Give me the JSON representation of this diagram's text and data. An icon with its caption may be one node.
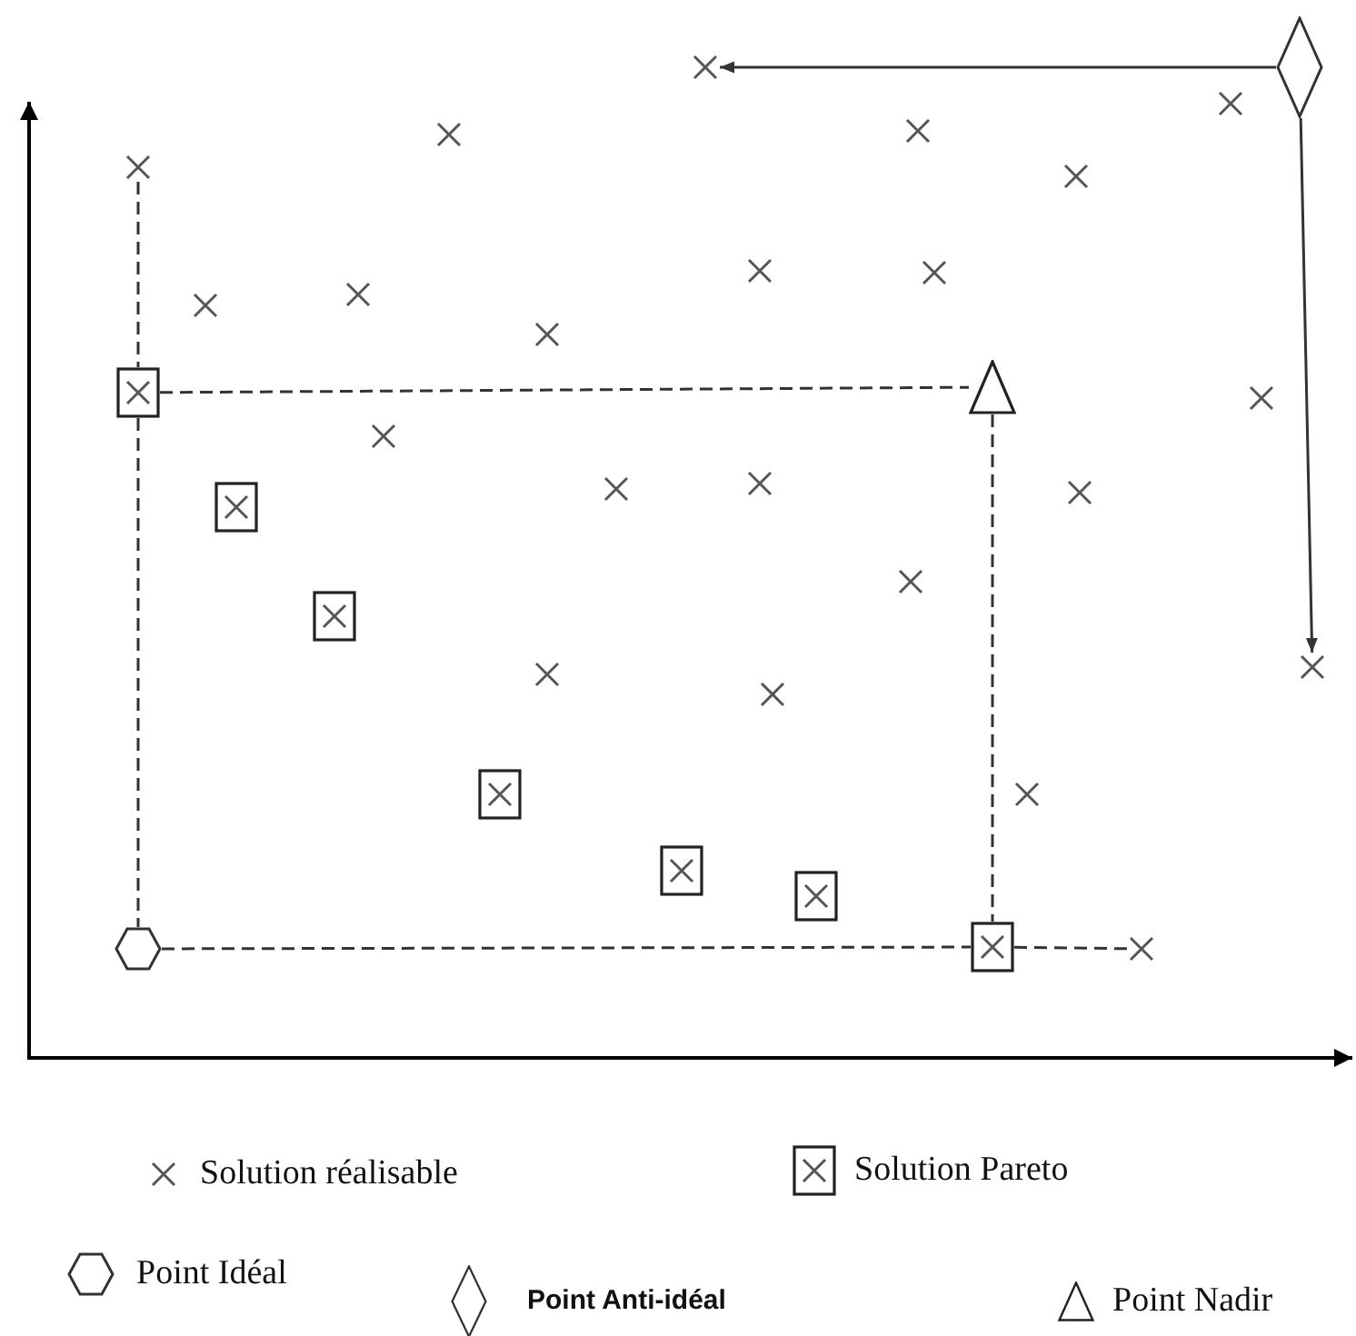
{
  "diagram": {
    "nodes": [
      {
        "text": [],
        "shape": "cross"
      },
      {
        "text": [],
        "shape": "diamond"
      },
      {
        "text": [],
        "shape": "cross"
      },
      {
        "text": [],
        "shape": "cross"
      },
      {
        "text": [],
        "shape": "cross"
      },
      {
        "text": [],
        "shape": "cross"
      },
      {
        "text": [],
        "shape": "cross"
      },
      {
        "text": [],
        "shape": "cross"
      },
      {
        "text": [],
        "shape": "cross"
      },
      {
        "text": [],
        "shape": "cross"
      },
      {
        "text": [],
        "shape": "cross"
      },
      {
        "text": [],
        "shape": "cross"
      },
      {
        "text": [],
        "shape": "box"
      },
      {
        "text": [],
        "shape": "triangle"
      },
      {
        "text": [],
        "shape": "cross"
      },
      {
        "text": [],
        "shape": "cross"
      },
      {
        "text": [],
        "shape": "cross"
      },
      {
        "text": [],
        "shape": "cross"
      },
      {
        "text": [],
        "shape": "cross"
      },
      {
        "text": [],
        "shape": "box"
      },
      {
        "text": [],
        "shape": "cross"
      },
      {
        "text": [],
        "shape": "box"
      },
      {
        "text": [],
        "shape": "cross"
      },
      {
        "text": [],
        "shape": "cross"
      },
      {
        "text": [],
        "shape": "cross"
      },
      {
        "text": [],
        "shape": "box"
      },
      {
        "text": [],
        "shape": "cross"
      },
      {
        "text": [],
        "shape": "box"
      },
      {
        "text": [],
        "shape": "box"
      },
      {
        "text": [],
        "shape": "hexagon"
      },
      {
        "text": [],
        "shape": "box"
      },
      {
        "text": [],
        "shape": "cross"
      }
    ],
    "edges": [
      {
        "from": 1,
        "to": 0,
        "arrow": "to"
      },
      {
        "from": 1,
        "to": 22,
        "arrow": "to"
      },
      {
        "from": 5,
        "to": 12,
        "arrow": "none",
        "style": "dashed"
      },
      {
        "from": 12,
        "to": 29,
        "arrow": "none",
        "style": "dashed"
      },
      {
        "from": 12,
        "to": 13,
        "arrow": "none",
        "style": "dashed"
      },
      {
        "from": 13,
        "to": 30,
        "arrow": "none",
        "style": "dashed"
      },
      {
        "from": 29,
        "to": 30,
        "arrow": "none",
        "style": "dashed"
      },
      {
        "from": 30,
        "to": 31,
        "arrow": "none",
        "style": "dashed"
      }
    ],
    "legend": [
      {
        "text": "Solution réalisable"
      },
      {
        "text": "Solution Pareto"
      },
      {
        "text": "Point Idéal"
      },
      {
        "text": "Point Anti-idéal"
      },
      {
        "text": "Point Nadir"
      }
    ]
  }
}
